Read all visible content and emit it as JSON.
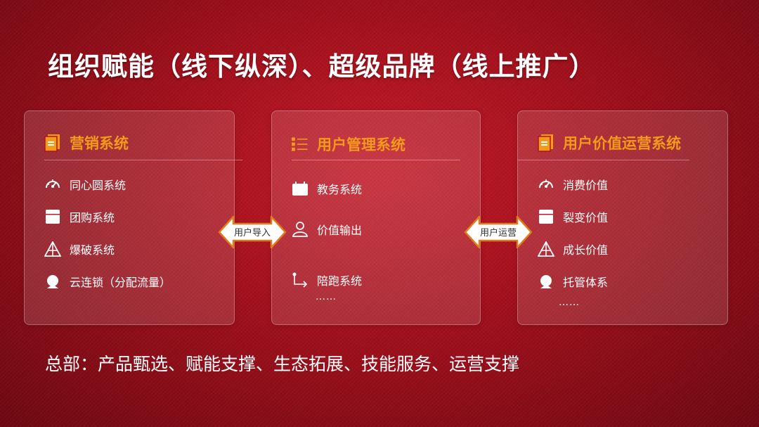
{
  "title": "组织赋能（线下纵深）、超级品牌（线上推广）",
  "panels": [
    {
      "header": "营销系统",
      "header_icon": "document-icon",
      "items": [
        {
          "label": "同心圆系统",
          "icon": "speedometer-icon"
        },
        {
          "label": "团购系统",
          "icon": "box-icon"
        },
        {
          "label": "爆破系统",
          "icon": "pyramid-icon"
        },
        {
          "label": "云连锁（分配流量）",
          "icon": "location-pin-icon"
        }
      ]
    },
    {
      "header": "用户管理系统",
      "header_icon": "list-icon",
      "items": [
        {
          "label": "教务系统",
          "icon": "calendar-icon"
        },
        {
          "label": "价值输出",
          "icon": "user-icon"
        },
        {
          "label": "陪跑系统",
          "icon": "path-arrow-icon"
        }
      ],
      "ellipsis": "……"
    },
    {
      "header": "用户价值运营系统",
      "header_icon": "document-icon",
      "items": [
        {
          "label": "消费价值",
          "icon": "speedometer-icon"
        },
        {
          "label": "裂变价值",
          "icon": "box-icon"
        },
        {
          "label": "成长价值",
          "icon": "pyramid-icon"
        },
        {
          "label": "托管体系",
          "icon": "location-pin-icon"
        }
      ],
      "ellipsis": "……"
    }
  ],
  "arrows": [
    {
      "label": "用户导入"
    },
    {
      "label": "用户运营"
    }
  ],
  "footer": "总部：产品甄选、赋能支撑、生态拓展、技能服务、运营支撑",
  "colors": {
    "accent_orange": "#f39a1a",
    "background_red": "#a0101c",
    "arrow_border": "#e07a1a"
  }
}
